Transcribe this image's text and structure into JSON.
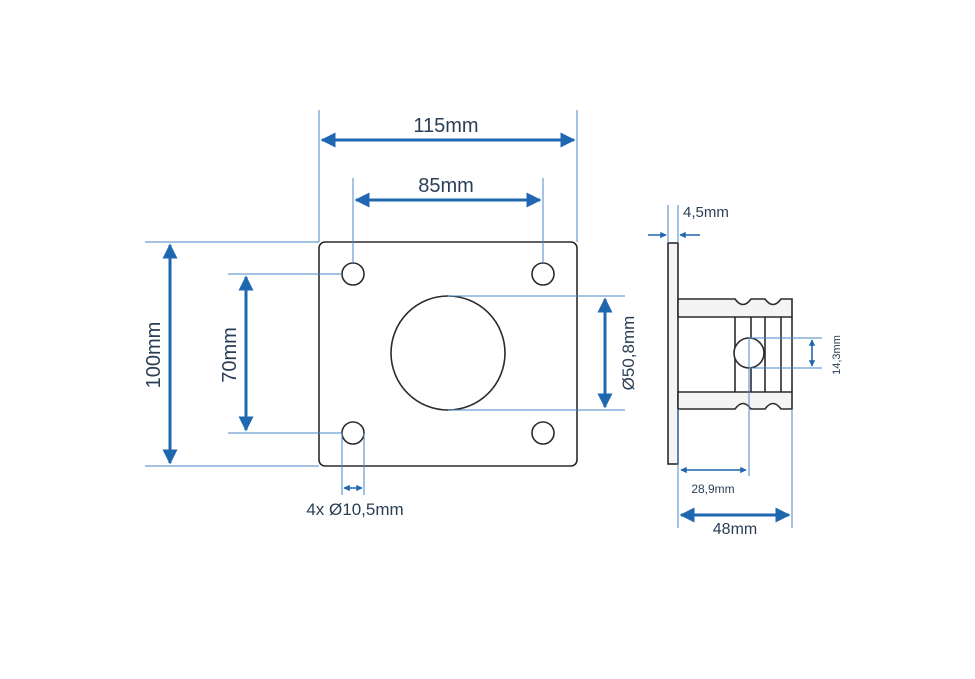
{
  "labels": {
    "width_total": "115mm",
    "width_holes": "85mm",
    "height_total": "100mm",
    "height_holes": "70mm",
    "center_bore": "Ø50,8mm",
    "mount_holes": "4x Ø10,5mm",
    "plate_thickness": "4,5mm",
    "side_hole_diameter": "14,3mm",
    "side_hole_offset": "28,9mm",
    "side_depth": "48mm"
  },
  "colors": {
    "dimension": "#1f67b1",
    "extension": "#4a86c4",
    "text": "#2a3f55",
    "outline": "#2b2b2b"
  }
}
